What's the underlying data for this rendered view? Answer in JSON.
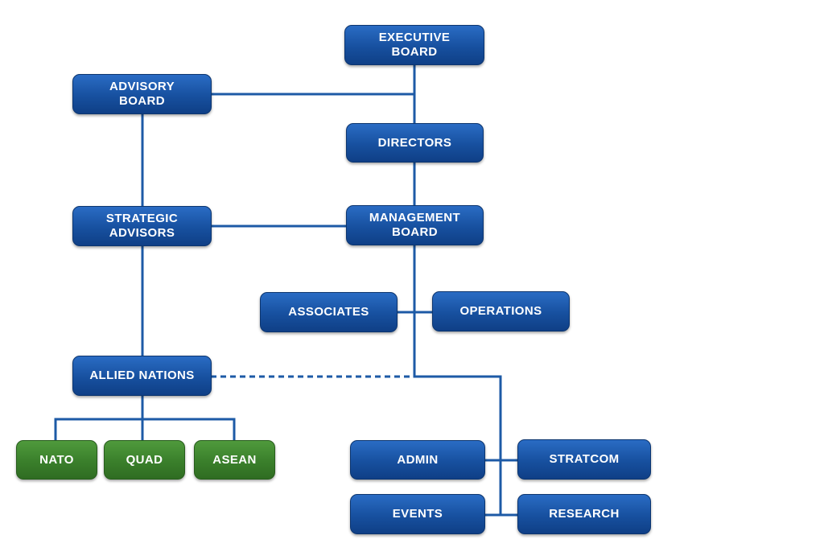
{
  "colors": {
    "primary_box": "#1c5bb0",
    "secondary_box": "#3f8a2f",
    "connector": "#1d5aa6",
    "text": "#ffffff"
  },
  "nodes": {
    "executive_board": "EXECUTIVE\nBOARD",
    "advisory_board": "ADVISORY\nBOARD",
    "directors": "DIRECTORS",
    "strategic_advisors": "STRATEGIC\nADVISORS",
    "management_board": "MANAGEMENT\nBOARD",
    "associates": "ASSOCIATES",
    "operations": "OPERATIONS",
    "allied_nations": "ALLIED NATIONS",
    "nato": "NATO",
    "quad": "QUAD",
    "asean": "ASEAN",
    "admin": "ADMIN",
    "stratcom": "STRATCOM",
    "events": "EVENTS",
    "research": "RESEARCH"
  }
}
